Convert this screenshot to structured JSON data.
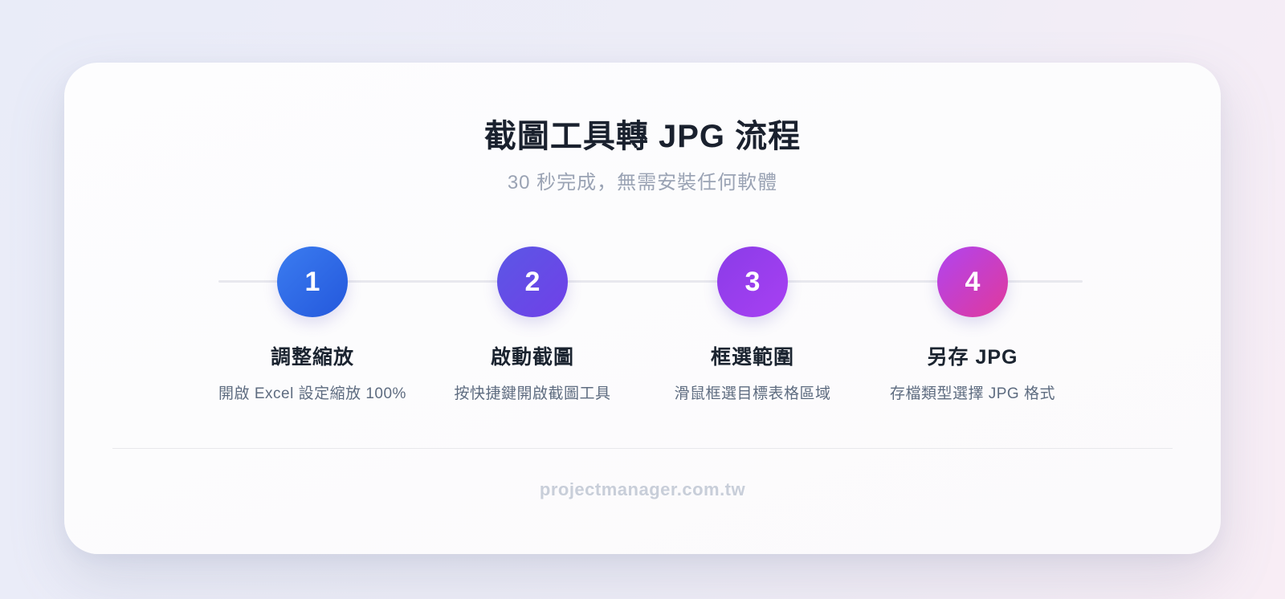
{
  "page": {
    "background_left_color": "#e9ecf8",
    "background_right_color": "#f8edf5",
    "card_color": "#fcfcfe"
  },
  "header": {
    "title": "截圖工具轉 JPG 流程",
    "subtitle": "30 秒完成，無需安裝任何軟體",
    "title_color": "#1a212e",
    "subtitle_color": "#9aa3b4"
  },
  "steps": [
    {
      "number": "1",
      "title": "調整縮放",
      "description": "開啟 Excel 設定縮放 100%",
      "gradient_start": "#3b7cf0",
      "gradient_end": "#2458dc"
    },
    {
      "number": "2",
      "title": "啟動截圖",
      "description": "按快捷鍵開啟截圖工具",
      "gradient_start": "#5b57e5",
      "gradient_end": "#7040e8"
    },
    {
      "number": "3",
      "title": "框選範圍",
      "description": "滑鼠框選目標表格區域",
      "gradient_start": "#8a3ce8",
      "gradient_end": "#a840f2"
    },
    {
      "number": "4",
      "title": "另存 JPG",
      "description": "存檔類型選擇 JPG 格式",
      "gradient_start": "#b044f0",
      "gradient_end": "#e1399b"
    }
  ],
  "connector_color": "#e8e8ee",
  "footer": {
    "watermark": "projectmanager.com.tw",
    "color": "#c8ced9"
  }
}
